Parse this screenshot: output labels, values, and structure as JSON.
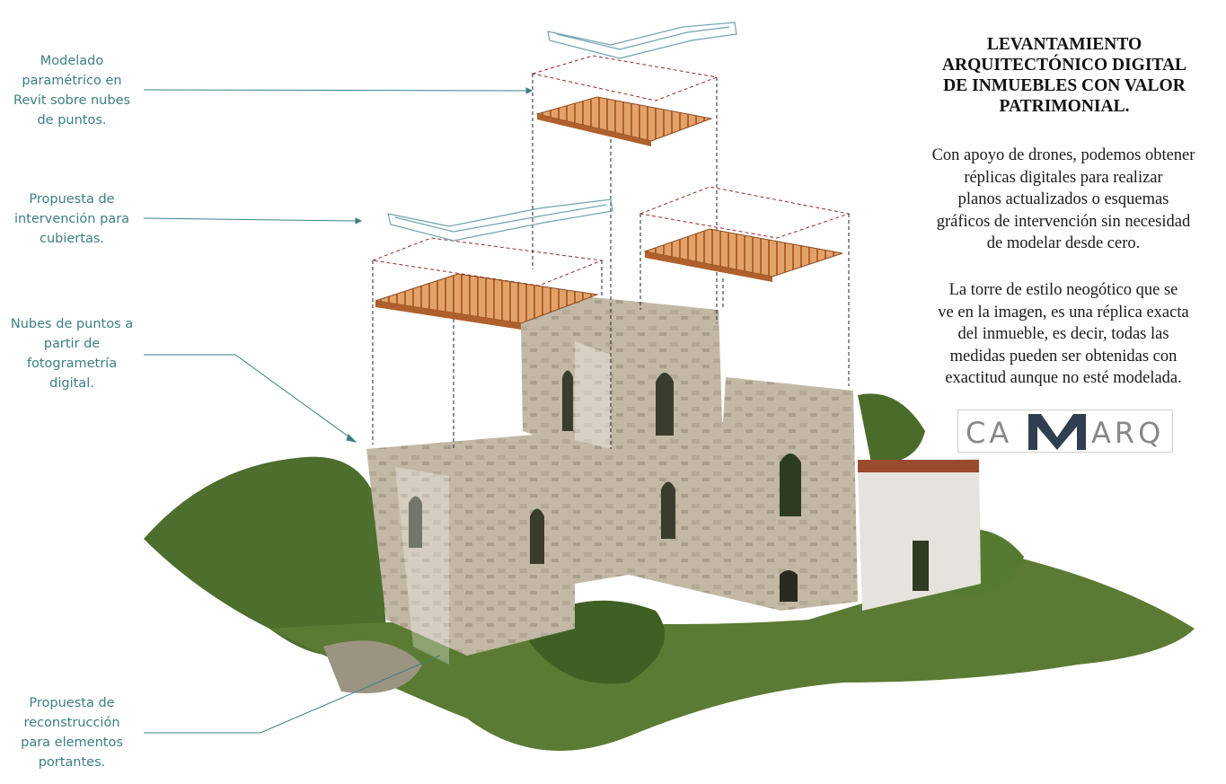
{
  "callouts": {
    "revit": "Modelado\nparamétrico en\nRevit sobre nubes\nde puntos.",
    "cubiertas": "Propuesta de\nintervención para\ncubiertas.",
    "nubes": "Nubes de puntos a\npartir de\nfotogrametría\ndigital.",
    "reconstruccion": "Propuesta de\nreconstrucción\npara elementos\nportantes."
  },
  "title": "LEVANTAMIENTO\nARQUITECTÓNICO DIGITAL\nDE INMUEBLES CON VALOR\nPATRIMONIAL.",
  "paragraphs": [
    "Con apoyo de drones, podemos obtener\nréplicas digitales para realizar\nplanos actualizados o esquemas\ngráficos de intervención sin necesidad\nde modelar desde cero.",
    "La torre de estilo neogótico que se\nve en la imagen, es una réplica exacta\ndel inmueble, es decir, todas las\nmedidas pueden ser obtenidas con\nexactitud aunque no esté modelada."
  ],
  "logo": {
    "text_left": "CA",
    "text_right": "ARQ"
  },
  "colors": {
    "callout_text": "#3d7f82",
    "leader_line": "#3d7f82",
    "roof_wood": "#c8783a",
    "dashed_box": "#9a2a2a",
    "vegetation": "#4a6b2a",
    "stone": "#b8ad99"
  }
}
